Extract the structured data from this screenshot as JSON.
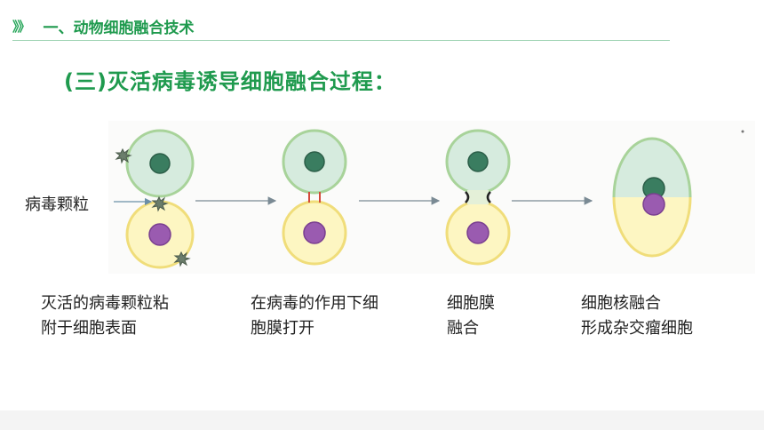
{
  "header": {
    "chevrons": "》》",
    "section_title": "一、动物细胞融合技术"
  },
  "subtitle": "(三)灭活病毒诱导细胞融合过程：",
  "figure": {
    "virus_label": "病毒颗粒",
    "colors": {
      "green_cell_fill": "#d6ebde",
      "green_cell_stroke": "#a8d39a",
      "green_nucleus": "#3a7d60",
      "yellow_cell_fill": "#fdf6c2",
      "yellow_cell_stroke": "#f0dd7a",
      "purple_nucleus": "#9a5bb0",
      "virus": "#6b7d6b",
      "membrane_gap": "#d44a3a"
    }
  },
  "captions": [
    {
      "line1": "灭活的病毒颗粒粘",
      "line2": "附于细胞表面"
    },
    {
      "line1": "在病毒的作用下细",
      "line2": "胞膜打开"
    },
    {
      "line1": "细胞膜",
      "line2": "融合"
    },
    {
      "line1": "细胞核融合",
      "line2": "形成杂交瘤细胞"
    }
  ]
}
